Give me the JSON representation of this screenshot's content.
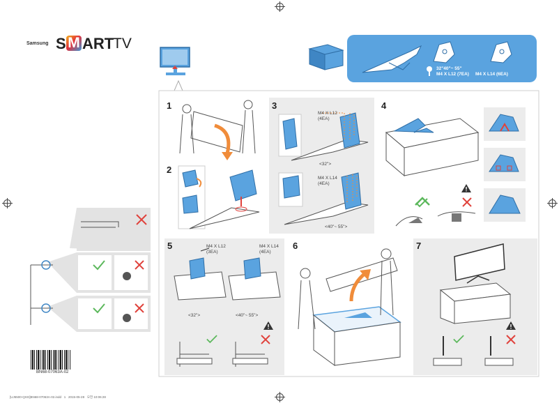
{
  "brand": {
    "company": "Samsung",
    "product_s": "S",
    "product_m": "M",
    "product_art": "ART",
    "product_tv": "TV"
  },
  "header": {
    "screen_range": "32\"40\"~ 55\"",
    "screw_32": "M4 X L12 (7EA)",
    "screw_40_55": "M4 X L14 (6EA)"
  },
  "steps": [
    {
      "number": "1"
    },
    {
      "number": "2"
    },
    {
      "number": "3",
      "screw_32": "M4 X L12\n(4EA)",
      "size_32": "<32\">",
      "screw_40": "M4 X L14\n(4EA)",
      "size_40": "<40\"~ 55\">"
    },
    {
      "number": "4"
    },
    {
      "number": "5",
      "screw_32": "M4 X L12\n(3EA)",
      "screw_40": "M4 X L14\n(4EA)",
      "size_32": "<32\">",
      "size_40": "<40\"~ 55\">"
    },
    {
      "number": "6"
    },
    {
      "number": "7"
    }
  ],
  "colors": {
    "accent_blue": "#5aa3df",
    "panel_gray": "#ececec",
    "ok_green": "#5cb85c",
    "bad_red": "#e0423c"
  },
  "barcode": {
    "text": "BN68-07063A-02"
  },
  "footer": {
    "text": "[UJ5500-QSG]BN68-07063A-02.indd   1   2015-05-28   오전 10:06:28"
  }
}
